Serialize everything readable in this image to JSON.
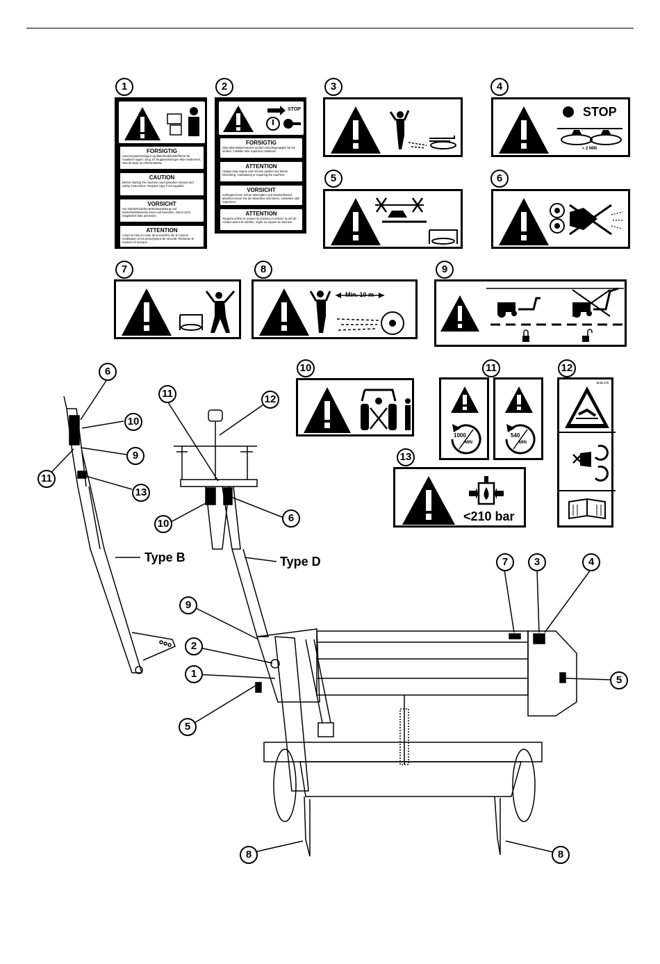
{
  "decal1": {
    "num": "1",
    "panels": [
      {
        "title": "FORSIGTIG",
        "text": "Læs brugsanvisningen og sikkerhedsforskrifterne før maskinen tages i brug. Er brugsanvisningen ikke medleveret, skal du bede om eftersendelse."
      },
      {
        "title": "CAUTION",
        "text": "Before starting the machine read operators manual and safety instructions. Request copy if not supplied."
      },
      {
        "title": "VORSICHT",
        "text": "Vor Inbetriebnahme Betriebsanleitung und Sicherheitshinweise lesen und beachten. Wenn nicht mitgeliefert bitte anfordern."
      },
      {
        "title": "ATTENTION",
        "text": "Avant la mise en route de la machine lire le manuel d'utilisation et les prescriptions de sécurité. Réclamer le manuel s'il manque."
      }
    ]
  },
  "decal2": {
    "num": "2",
    "stop": "STOP",
    "panels": [
      {
        "title": "FORSIGTIG",
        "text": "Stop altid traktormotoren og fjern tændingsnøglen før De smører, indstiller eller reparerer maskinen."
      },
      {
        "title": "ATTENTION",
        "text": "Always stop engine and remove ignition key before lubricating, maintaining or repairing the machine."
      },
      {
        "title": "VORSICHT",
        "text": "Schleppermotor immer abschalten und Zündschlüssel abziehen bevor Sie die Maschine schmieren, einstellen oder reparieren."
      },
      {
        "title": "ATTENTION",
        "text": "Toujours arrêter le moteur du tracteur et enlever la clef de contact avant de lubrifier, régler ou réparer la machine."
      }
    ]
  },
  "decal3": {
    "num": "3"
  },
  "decal4": {
    "num": "4",
    "stop": "STOP",
    "time": "≈ 2 MIN"
  },
  "decal5": {
    "num": "5"
  },
  "decal6": {
    "num": "6"
  },
  "decal7": {
    "num": "7"
  },
  "decal8": {
    "num": "8",
    "distance": "Min. 10 m"
  },
  "decal9": {
    "num": "9"
  },
  "decal10": {
    "num": "10"
  },
  "decal11": {
    "num": "11",
    "rpm1": "1000",
    "rpm2": "540",
    "unit": "MIN"
  },
  "decal12": {
    "num": "12",
    "code": "18.81.176"
  },
  "decal13": {
    "num": "13",
    "pressure": "<210 bar"
  },
  "drawing": {
    "type_b": "Type B",
    "type_d": "Type D",
    "callouts": {
      "b6": "6",
      "b10": "10",
      "b9": "9",
      "b11": "11",
      "b13": "13",
      "d11": "11",
      "d12": "12",
      "d10": "10",
      "d6": "6",
      "m7": "7",
      "m3": "3",
      "m4": "4",
      "m9": "9",
      "m2": "2",
      "m1": "1",
      "m5l": "5",
      "m5r": "5",
      "m8l": "8",
      "m8r": "8"
    }
  }
}
